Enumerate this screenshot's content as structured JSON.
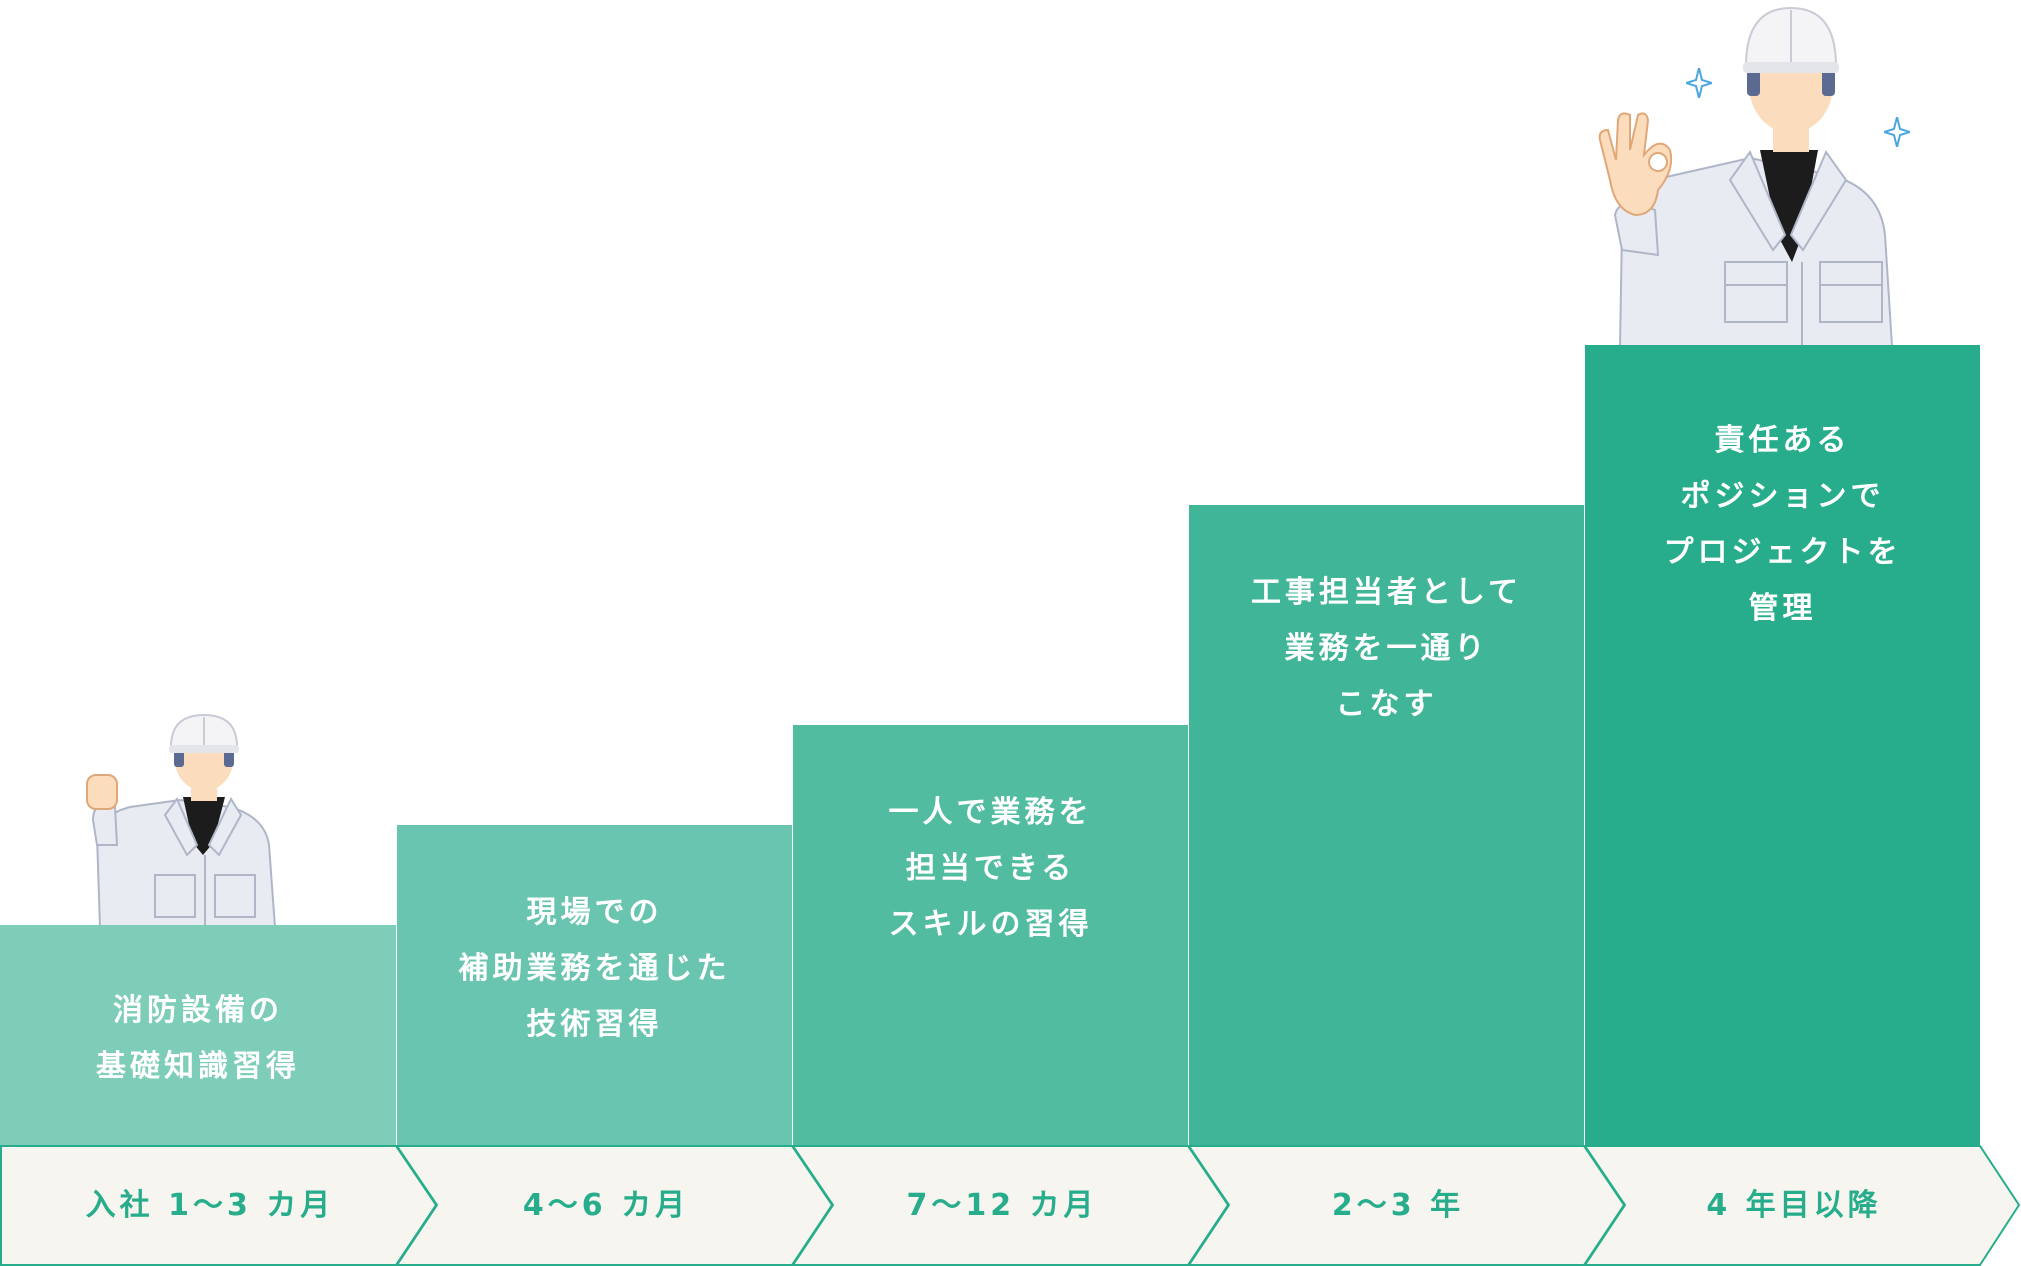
{
  "steps": [
    {
      "lines": [
        "消防設備の",
        "基礎知識習得"
      ]
    },
    {
      "lines": [
        "現場での",
        "補助業務を通じた",
        "技術習得"
      ]
    },
    {
      "lines": [
        "一人で業務を",
        "担当できる",
        "スキルの習得"
      ]
    },
    {
      "lines": [
        "工事担当者として",
        "業務を一通り",
        "こなす"
      ]
    },
    {
      "lines": [
        "責任ある",
        "ポジションで",
        "プロジェクトを",
        "管理"
      ]
    }
  ],
  "timeline": [
    "入社 1〜3 カ月",
    "4〜6 カ月",
    "7〜12 カ月",
    "2〜3 年",
    "4 年目以降"
  ],
  "colors": {
    "step1": "#7ecdb8",
    "step2": "#6ac5b0",
    "step3": "#52bca1",
    "step4": "#40b598",
    "step5": "#27ad8b",
    "timeline_bg": "#f7f5ef",
    "timeline_border": "#27ad8b"
  },
  "illustrations": {
    "left": "worker-fist-icon",
    "right": "worker-ok-sign-icon",
    "sparkles": "sparkle-icon"
  }
}
